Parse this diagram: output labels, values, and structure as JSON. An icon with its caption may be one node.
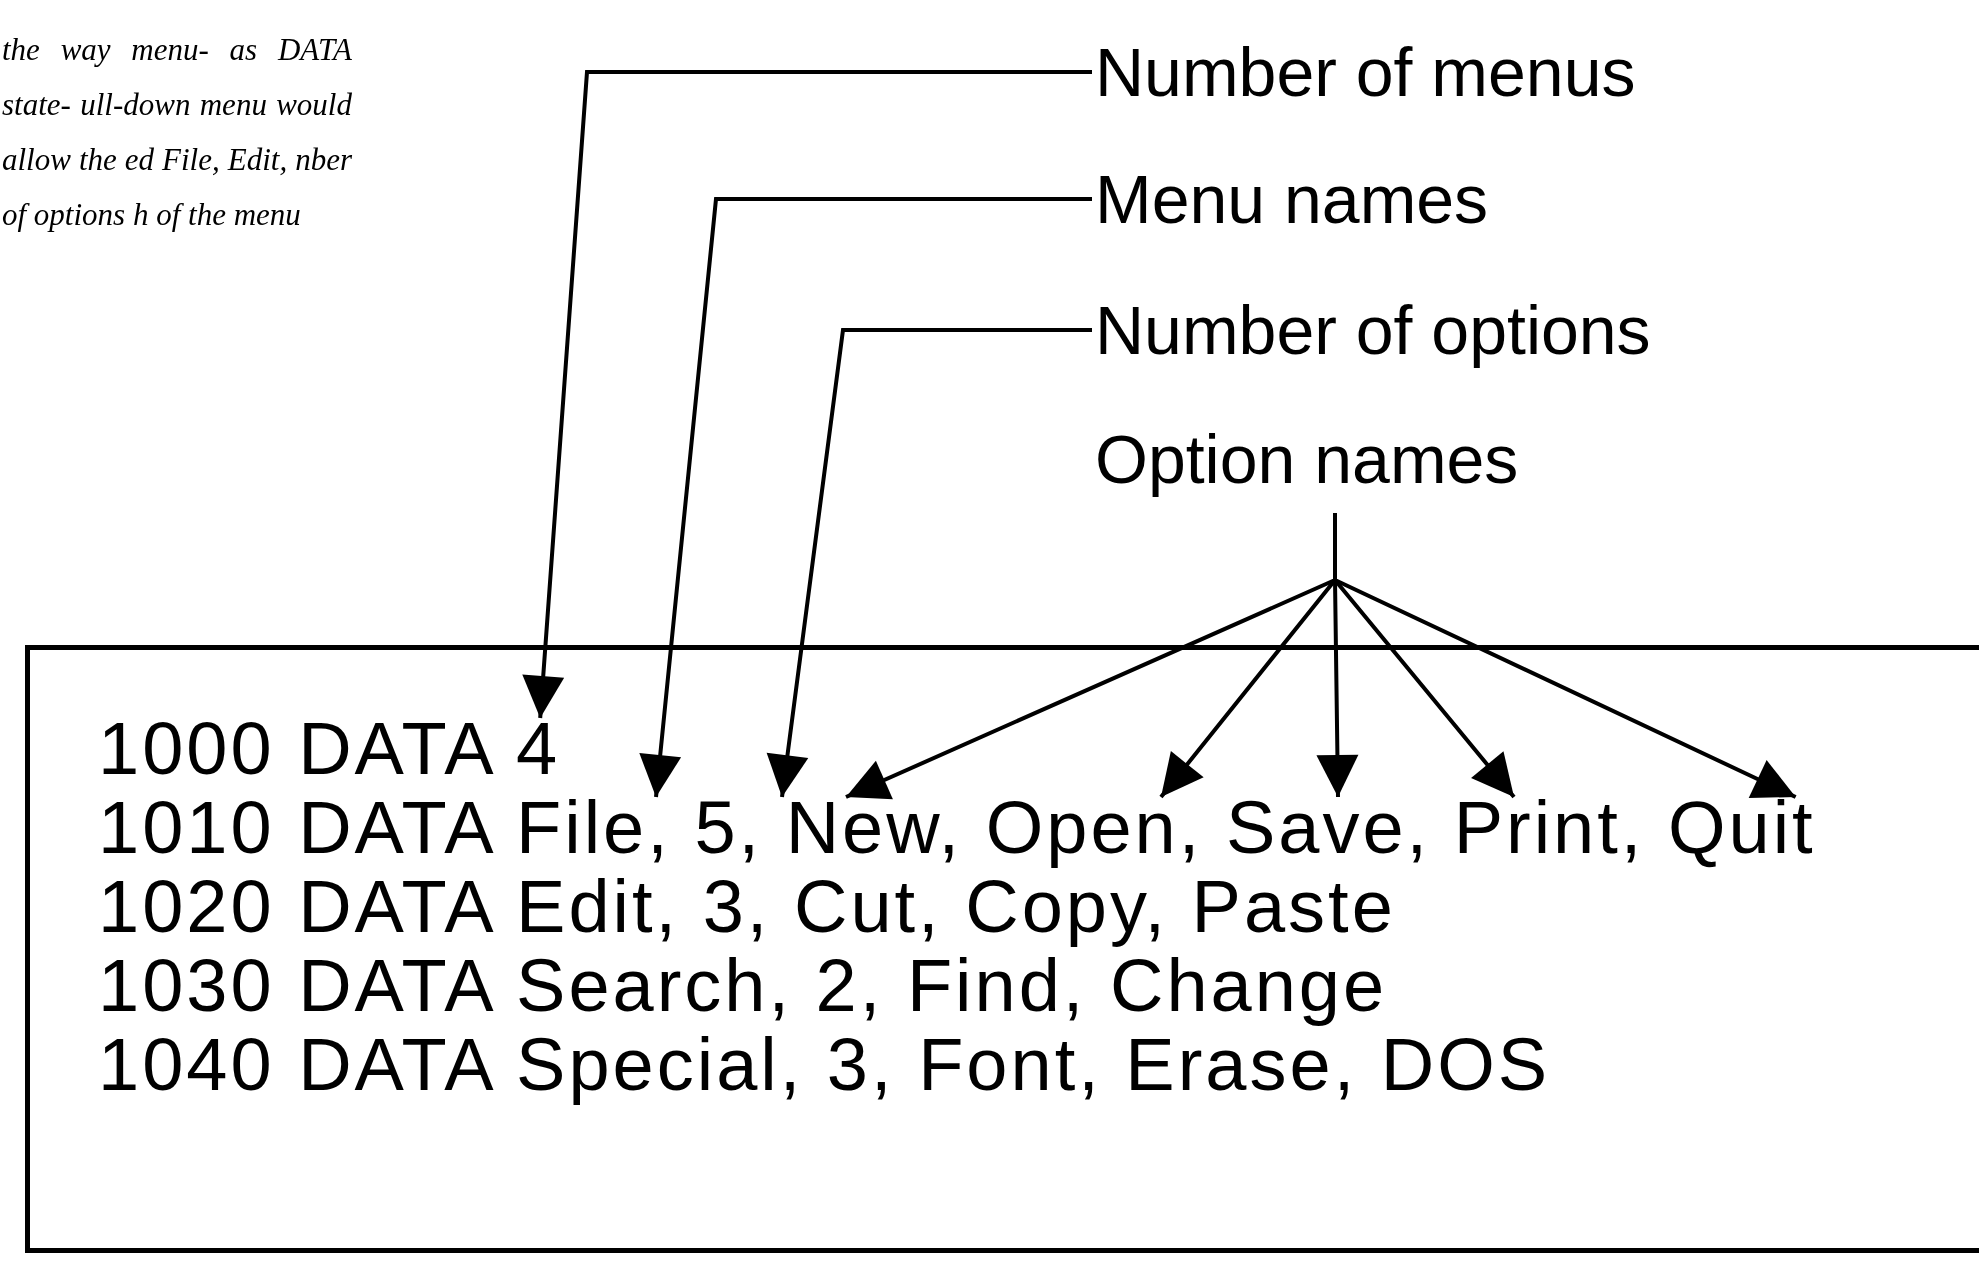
{
  "diagram": {
    "nodes": [
      {
        "text": [
          "Number of menus"
        ]
      },
      {
        "text": [
          "Menu names"
        ]
      },
      {
        "text": [
          "Number of options"
        ]
      },
      {
        "text": [
          "Option names"
        ]
      },
      {
        "text": [],
        "shape": "box"
      },
      {
        "text": [
          "1000 DATA 4"
        ],
        "in": 4
      },
      {
        "text": [
          "1010 DATA File, 5, New, Open, Save, Print, Quit"
        ],
        "in": 4
      },
      {
        "text": [
          "1020 DATA Edit, 3, Cut, Copy, Paste"
        ],
        "in": 4
      },
      {
        "text": [
          "1030 DATA Search, 2, Find, Change"
        ],
        "in": 4
      },
      {
        "text": [
          "1040 DATA Special, 3, Font, Erase, DOS"
        ],
        "in": 4
      }
    ],
    "edges": [
      {
        "from": 0,
        "to": 5,
        "arrow": "to"
      },
      {
        "from": 1,
        "to": 6,
        "arrow": "to"
      },
      {
        "from": 2,
        "to": 6,
        "arrow": "to"
      },
      {
        "from": 3,
        "to": 6,
        "arrow": "to"
      },
      {
        "from": 3,
        "to": 6,
        "arrow": "to"
      },
      {
        "from": 3,
        "to": 6,
        "arrow": "to"
      },
      {
        "from": 3,
        "to": 6,
        "arrow": "to"
      },
      {
        "from": 3,
        "to": 6,
        "arrow": "to"
      }
    ],
    "labels": [
      "the way menu- as DATA state- ull-down menu would allow the ed File, Edit, nber of options h of the menu"
    ]
  }
}
